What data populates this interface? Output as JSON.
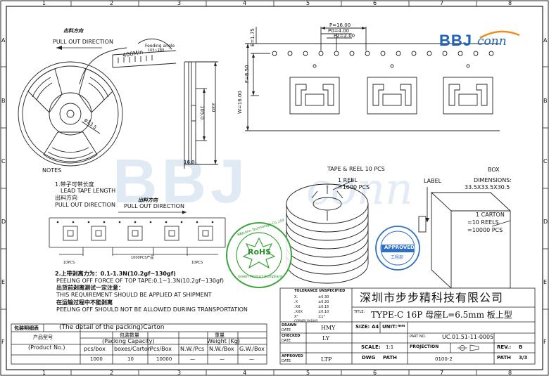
{
  "zones": {
    "top": [
      "1",
      "2",
      "3",
      "4",
      "5",
      "6",
      "7",
      "8"
    ],
    "side": [
      "A",
      "B",
      "C",
      "D",
      "E",
      "F"
    ]
  },
  "logo": {
    "text": "BBJ",
    "script": "conn"
  },
  "reel": {
    "pull_out_cn": "出料方向",
    "pull_out": "PULL OUT DIRECTION",
    "feeding_angle_label": "Feeding angle",
    "feeding_angle_value": "165~180",
    "min_label": "400Min",
    "hub_dia": "φ13.5",
    "width_330": "330",
    "width_105": "105.0",
    "width_16": "16.0"
  },
  "tape_dims": {
    "p": "P=16.00",
    "p0": "P0=4.00",
    "p2": "P2=2.00",
    "e": "E=1.75",
    "f": "F=8.50",
    "w": "W=16.00"
  },
  "notes": {
    "title": "NOTES",
    "n1_cn": "1.带子可带长度",
    "n1_en": "LEAD TAPE LENGTH",
    "n1_pull_cn": "出料方向",
    "n1_pull_en": "PULL OUT DIRECTION",
    "arrow_cn": "出料方向",
    "arrow_en": "PULL OUT DIRECTION",
    "pcs_left": "10PCS",
    "pcs_mid": "1000PCS产品",
    "pcs_right": "10PCS",
    "n2_cn": "2.上带剥离力为：0.1-1.3N(10.2gf~130gf)",
    "n2_en": "PEELING OFF FORCE OF TOP TAPE:0.1~1.3N(10.2gf~130gf)",
    "n2b_cn": "出货前剥离测试一定注意：",
    "n2b_en": "THIS REQUIREMENT SHOULD BE APPLIED AT SHIPMENT",
    "n2c_cn": "在运输过程中不能剥离",
    "n2c_en": "PEELING OFF SHOULD NOT BE ALLOWED DURING TRANSPORTATION"
  },
  "packaging_drawing": {
    "tape_reel": "TAPE & REEL 10 PCS",
    "reel_line1": "1 REEL",
    "reel_line2": "=1000 PCS",
    "label": "LABEL",
    "box": "BOX",
    "dimensions": "DIMENSIONS:",
    "box_dims": "33.5X33.5X30.5",
    "carton1": "1 CARTON",
    "carton2": "=10 REELS",
    "carton3": "=10000 PCS"
  },
  "stamps": {
    "rohs_ring": "BBJconn Technology Co.,Ltd",
    "rohs_center": "RoHS",
    "rohs_bottom": "Green Product Compliant",
    "approved": "APPROVED",
    "approved_sub": "工程部"
  },
  "packing_table": {
    "caption": "(The detail of the packing)Carton",
    "label_left": "包装明细表",
    "headers_cn": [
      "产品型号",
      "包装数量",
      "重量"
    ],
    "headers_en": [
      "(Product No.)",
      "(Packing Capacity)",
      "Weight (Kg)"
    ],
    "subheaders": [
      "pcs/box",
      "boxes/Carton",
      "Pcs/Box",
      "N.W./Pcs",
      "N.W./Box",
      "G.W./Box"
    ],
    "row": [
      "",
      "1000",
      "10",
      "10000",
      "—",
      "—",
      "—"
    ]
  },
  "title_block": {
    "tolerance_label": "TOLERANCE UNSPECIFIED",
    "tol_rows": [
      [
        "X.",
        "±0.30"
      ],
      [
        ".X",
        "±0.20"
      ],
      [
        ".XX",
        "±0.15"
      ],
      [
        ".XXX",
        "±0.10"
      ],
      [
        "X°",
        "±1°"
      ]
    ],
    "corner_label": "CORNER RADIUS",
    "company": "深圳市步步精科技有限公司",
    "title_label": "TITLE:",
    "title": "TYPE-C 16P 母座L=6.5mm 板上型",
    "drawn_label": "DRAWN",
    "drawn_by": "HMY",
    "date_label": "DATE",
    "checked_label": "CHECKED",
    "checked_by": "LY",
    "approved_label": "APPROVED",
    "approved_by": "LTP",
    "size_label": "SIZE:",
    "size": "A4",
    "unit_label": "UNIT:",
    "unit": "mm",
    "scale_label": "SCALE:",
    "scale": "1:1",
    "dwg_label": "DWG",
    "path_label": "PATH",
    "path_value": "0100-2",
    "part_no_label": "PART NO.",
    "part_no": "UC.01.51-11-0005",
    "projection_label": "PROJECTION",
    "rev_label": "REV.:",
    "rev": "B",
    "sheet_label": "PATH",
    "sheet": "3/3"
  }
}
